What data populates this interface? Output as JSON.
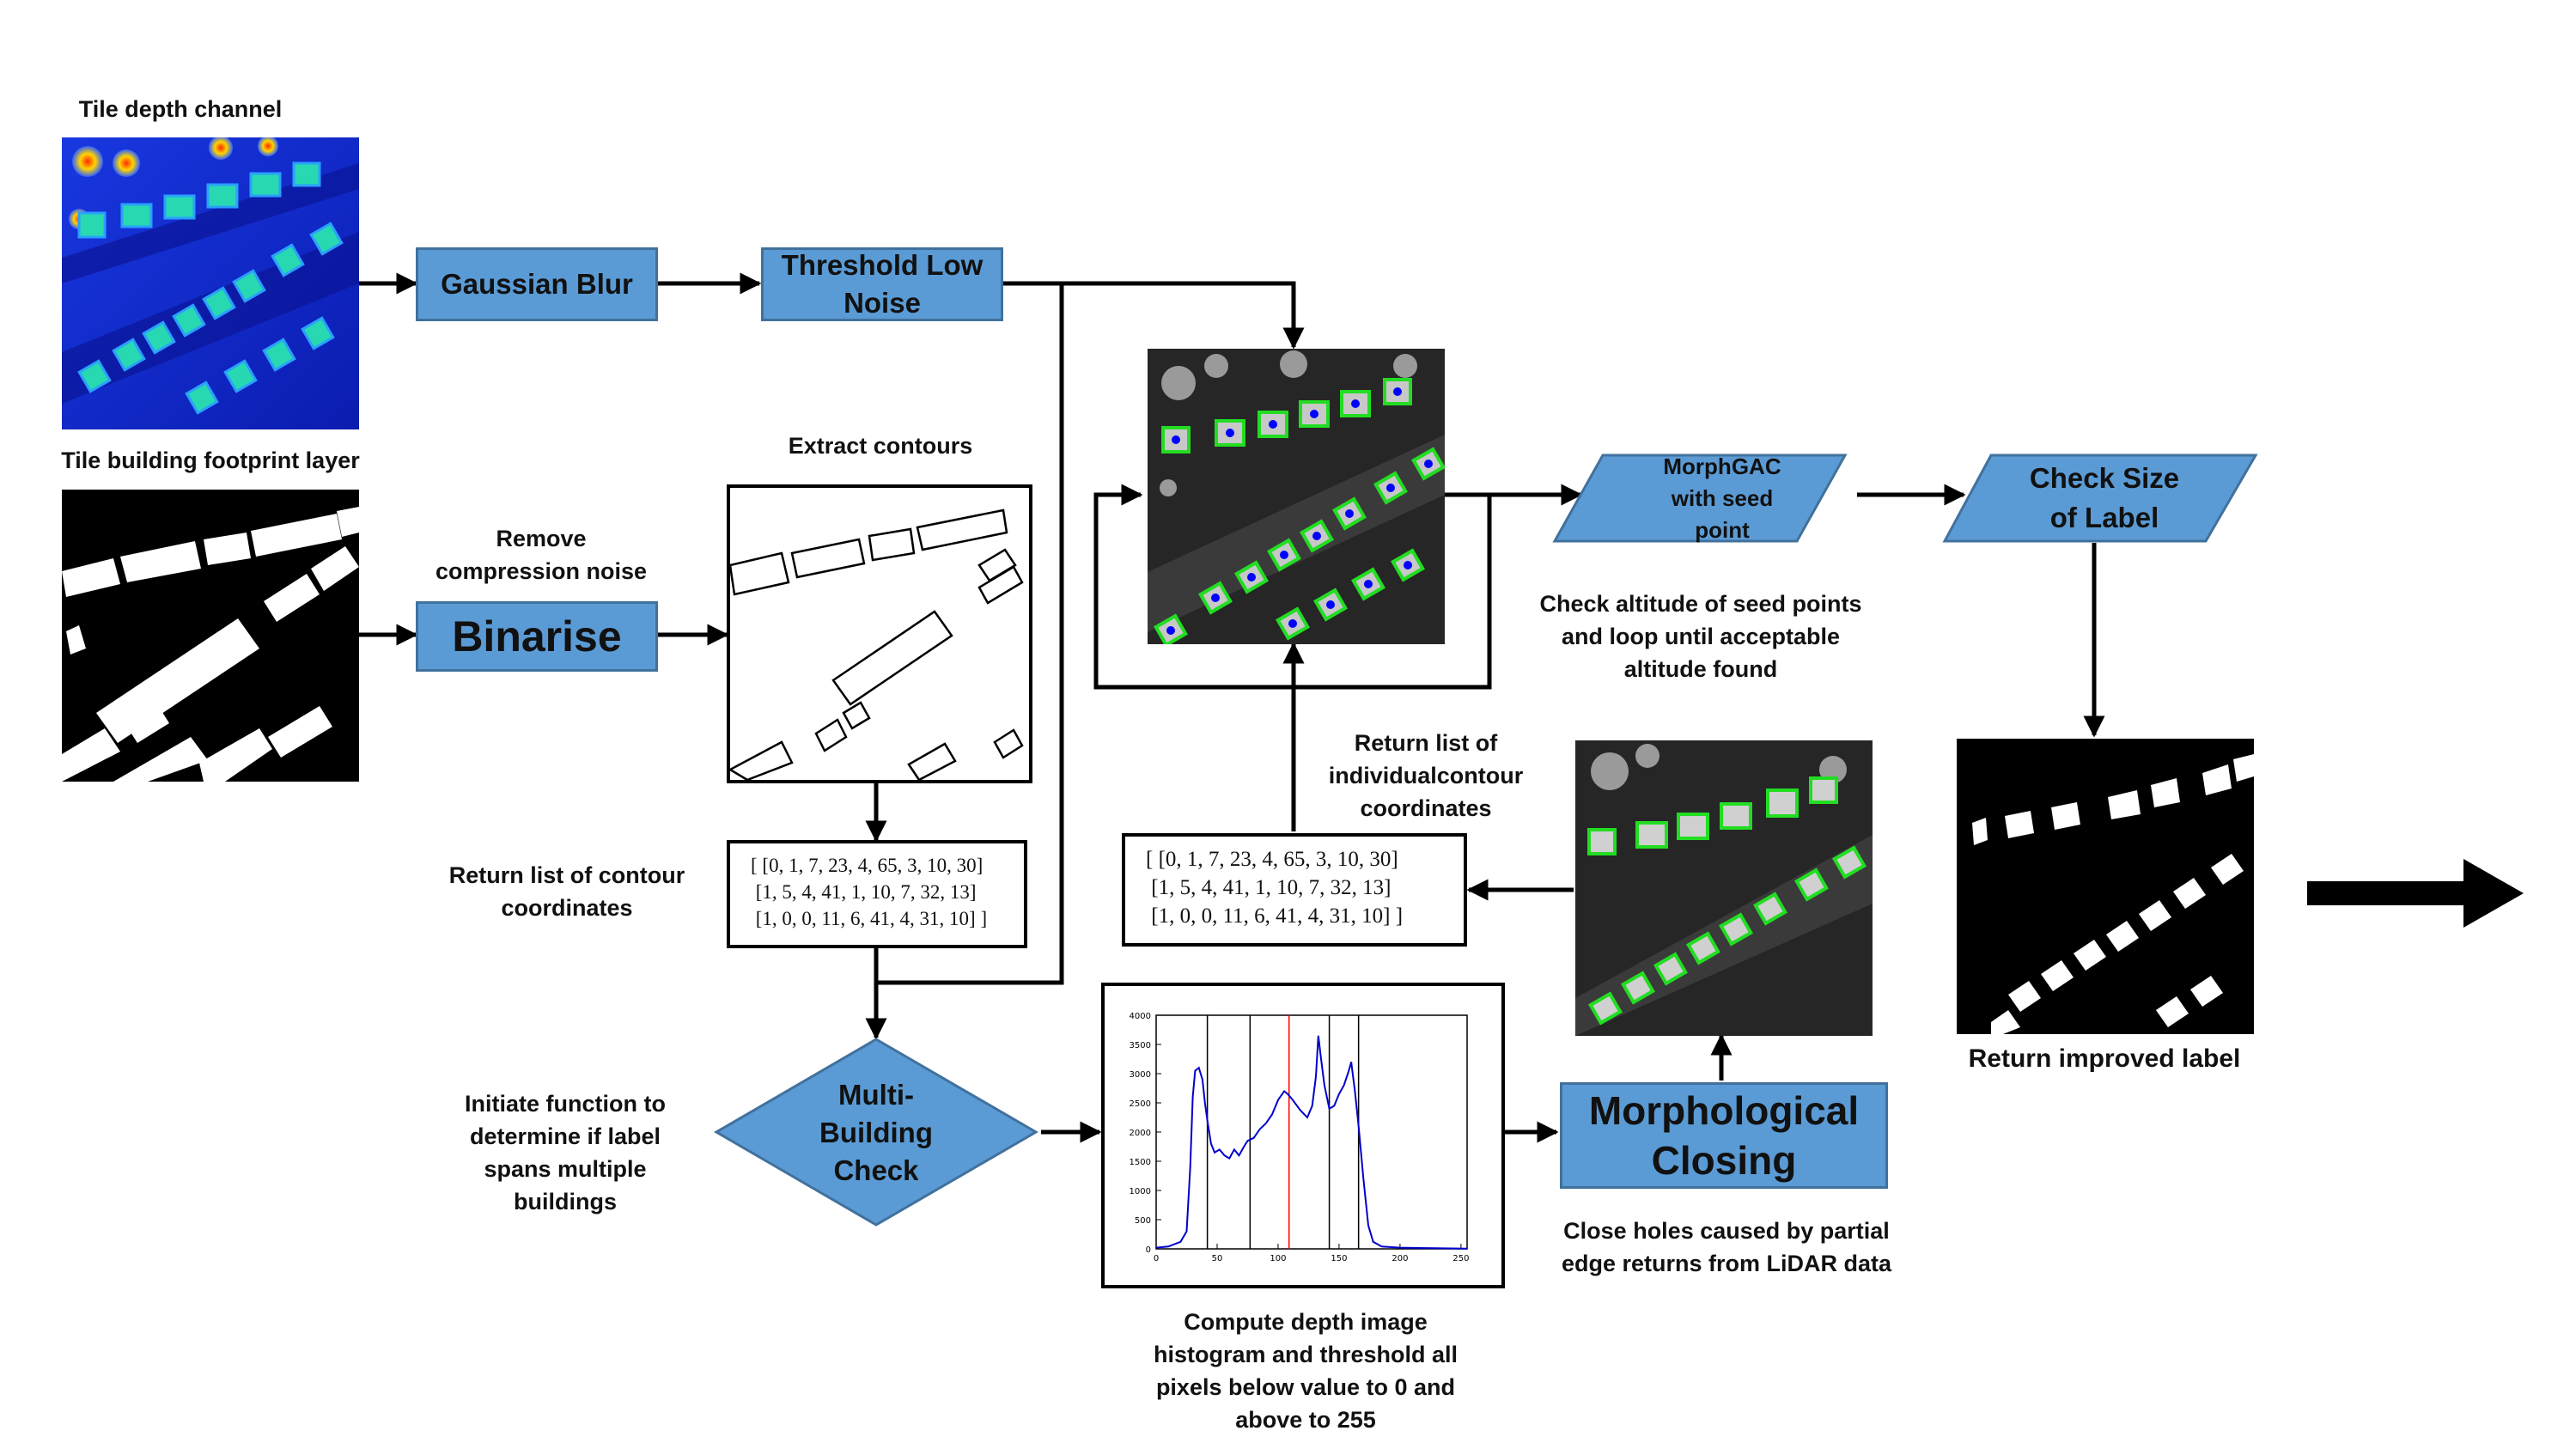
{
  "labels": {
    "tile_depth": "Tile depth channel",
    "tile_footprint": "Tile building footprint layer",
    "extract_contours": "Extract contours",
    "remove_noise_1": "Remove",
    "remove_noise_2": "compression noise",
    "return_contour_1": "Return list of contour",
    "return_contour_2": "coordinates",
    "initiate_1": "Initiate function to",
    "initiate_2": "determine if label",
    "initiate_3": "spans multiple",
    "initiate_4": "buildings",
    "return_indiv_1": "Return list of",
    "return_indiv_2": "individualcontour",
    "return_indiv_3": "coordinates",
    "check_alt_1": "Check altitude of seed points",
    "check_alt_2": "and loop until acceptable",
    "check_alt_3": "altitude found",
    "compute_1": "Compute depth image",
    "compute_2": "histogram and threshold all",
    "compute_3": "pixels below value to 0 and",
    "compute_4": "above to 255",
    "close_holes_1": "Close holes caused by partial",
    "close_holes_2": "edge returns from LiDAR data",
    "return_improved": "Return improved label"
  },
  "boxes": {
    "gaussian_blur": "Gaussian Blur",
    "threshold_1": "Threshold Low",
    "threshold_2": "Noise",
    "binarise": "Binarise",
    "multi_1": "Multi-",
    "multi_2": "Building",
    "multi_3": "Check",
    "morph_closing_1": "Morphological",
    "morph_closing_2": "Closing",
    "morphgac_1": "MorphGAC",
    "morphgac_2": "with seed",
    "morphgac_3": "point",
    "check_size_1": "Check Size",
    "check_size_2": "of Label"
  },
  "code_lists": {
    "contour_list": [
      "[ [0, 1, 7, 23, 4, 65, 3, 10, 30]",
      " [1, 5, 4, 41, 1, 10, 7, 32, 13]",
      " [1, 0, 0, 11, 6, 41, 4, 31, 10] ]"
    ],
    "individual_list": [
      "[ [0, 1, 7, 23, 4, 65, 3, 10, 30]",
      " [1, 5, 4, 41, 1, 10, 7, 32, 13]",
      " [1, 0, 0, 11, 6, 41, 4, 31, 10] ]"
    ]
  },
  "histogram": {
    "x_ticks": [
      "0",
      "50",
      "100",
      "150",
      "200",
      "250"
    ],
    "y_ticks": [
      "0",
      "500",
      "1000",
      "1500",
      "2000",
      "2500",
      "3000",
      "3500",
      "4000"
    ],
    "xlim": [
      0,
      255
    ],
    "ylim": [
      0,
      4000
    ],
    "thresholds_black": [
      42,
      77,
      142,
      166
    ],
    "threshold_red": 109,
    "curve": [
      [
        0,
        20
      ],
      [
        10,
        40
      ],
      [
        20,
        120
      ],
      [
        25,
        300
      ],
      [
        28,
        1400
      ],
      [
        30,
        2600
      ],
      [
        32,
        3050
      ],
      [
        35,
        3100
      ],
      [
        38,
        2900
      ],
      [
        40,
        2500
      ],
      [
        42,
        2200
      ],
      [
        45,
        1800
      ],
      [
        48,
        1650
      ],
      [
        52,
        1700
      ],
      [
        56,
        1600
      ],
      [
        60,
        1550
      ],
      [
        64,
        1700
      ],
      [
        68,
        1600
      ],
      [
        72,
        1750
      ],
      [
        75,
        1850
      ],
      [
        80,
        1900
      ],
      [
        85,
        2050
      ],
      [
        90,
        2150
      ],
      [
        95,
        2300
      ],
      [
        100,
        2550
      ],
      [
        105,
        2700
      ],
      [
        108,
        2650
      ],
      [
        112,
        2550
      ],
      [
        118,
        2380
      ],
      [
        124,
        2250
      ],
      [
        128,
        2450
      ],
      [
        131,
        2950
      ],
      [
        133,
        3650
      ],
      [
        135,
        3300
      ],
      [
        138,
        2800
      ],
      [
        142,
        2400
      ],
      [
        146,
        2450
      ],
      [
        150,
        2650
      ],
      [
        154,
        2800
      ],
      [
        158,
        3050
      ],
      [
        160,
        3200
      ],
      [
        163,
        2700
      ],
      [
        166,
        2100
      ],
      [
        170,
        1200
      ],
      [
        174,
        400
      ],
      [
        178,
        120
      ],
      [
        185,
        40
      ],
      [
        200,
        20
      ],
      [
        230,
        10
      ],
      [
        255,
        5
      ]
    ],
    "colors": {
      "curve": "#0000cc",
      "red": "#ff0000",
      "black": "#000000"
    }
  },
  "colors": {
    "box_fill": "#5b9bd5",
    "box_border": "#41719c",
    "seed_point": "#0000ff",
    "contour_green": "#22dd22"
  }
}
